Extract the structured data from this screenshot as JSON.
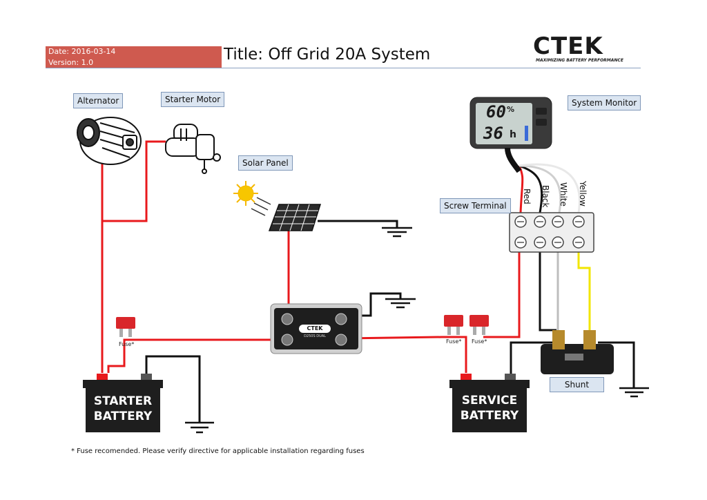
{
  "header": {
    "date": "Date: 2016-03-14",
    "version": "Version: 1.0",
    "title": "Title: Off Grid 20A System"
  },
  "logo": {
    "name": "CTEK",
    "tagline": "MAXIMIZING BATTERY PERFORMANCE"
  },
  "labels": {
    "alternator": "Alternator",
    "starter_motor": "Starter Motor",
    "solar_panel": "Solar Panel",
    "system_monitor": "System Monitor",
    "screw_terminal": "Screw Terminal",
    "shunt": "Shunt"
  },
  "fuse_labels": {
    "left": "Fuse*",
    "right1": "Fuse*",
    "right2": "Fuse*"
  },
  "batteries": {
    "starter_line1": "STARTER",
    "starter_line2": "BATTERY",
    "service_line1": "SERVICE",
    "service_line2": "BATTERY"
  },
  "wires": {
    "red": "Red",
    "black": "Black",
    "white": "White",
    "yellow": "Yellow"
  },
  "monitor": {
    "percent": "60",
    "percent_unit": "%",
    "hours": "36",
    "hours_unit": "h"
  },
  "charger": {
    "brand": "CTEK",
    "model": "D250S DUAL"
  },
  "footnote": "* Fuse recomended. Please verify directive for applicable installation regarding fuses",
  "colors": {
    "red_wire": "#e8191c",
    "black_wire": "#111111",
    "white_wire": "#bdbdbd",
    "yellow_wire": "#f2e600",
    "header_bar": "#cf5a4f",
    "label_bg": "#dbe5f1"
  }
}
